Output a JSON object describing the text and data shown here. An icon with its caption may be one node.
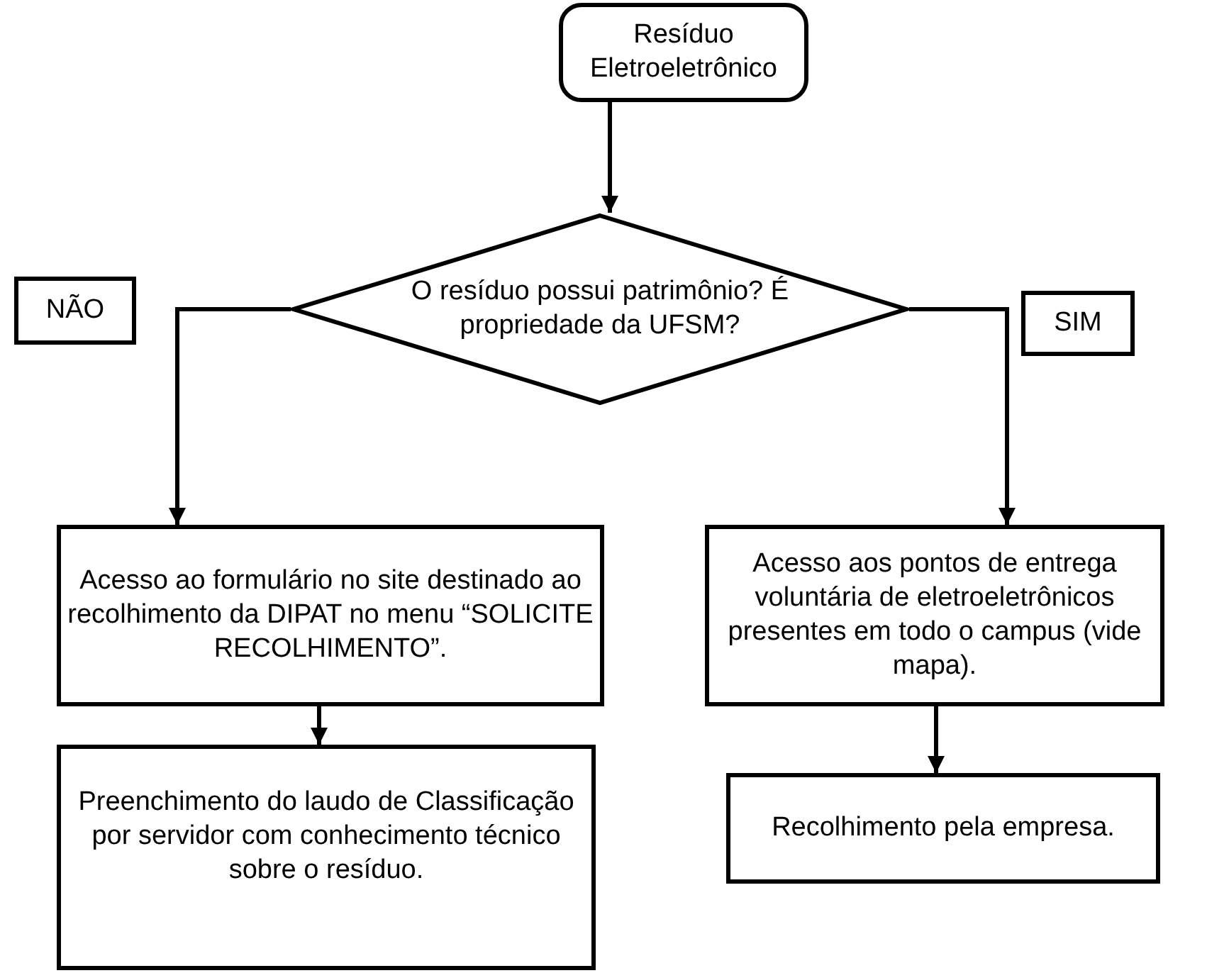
{
  "diagram": {
    "nodes": [
      {
        "text": [
          "Resíduo Eletroeletrônico"
        ]
      },
      {
        "text": [
          "NÃO"
        ]
      },
      {
        "text": [
          "O resíduo possui patrimônio? É propriedade da UFSM?"
        ]
      },
      {
        "text": [
          "SIM"
        ]
      },
      {
        "text": [
          "Acesso ao formulário no site destinado ao recolhimento da DIPAT no menu “SOLICITE RECOLHIMENTO”."
        ]
      },
      {
        "text": [
          "Acesso aos pontos de entrega voluntária de eletroeletrônicos presentes em todo o campus (vide mapa)."
        ]
      },
      {
        "text": [
          "Preenchimento do laudo de Classificação por servidor com conhecimento técnico sobre o resíduo."
        ]
      },
      {
        "text": [
          "Recolhimento pela empresa."
        ]
      }
    ],
    "edges": [
      {
        "from": 0,
        "to": 2,
        "arrow": "to"
      },
      {
        "from": 2,
        "to": 4,
        "arrow": "to"
      },
      {
        "from": 2,
        "to": 5,
        "arrow": "to"
      },
      {
        "from": 4,
        "to": 6,
        "arrow": "to"
      },
      {
        "from": 5,
        "to": 7,
        "arrow": "to"
      }
    ]
  }
}
